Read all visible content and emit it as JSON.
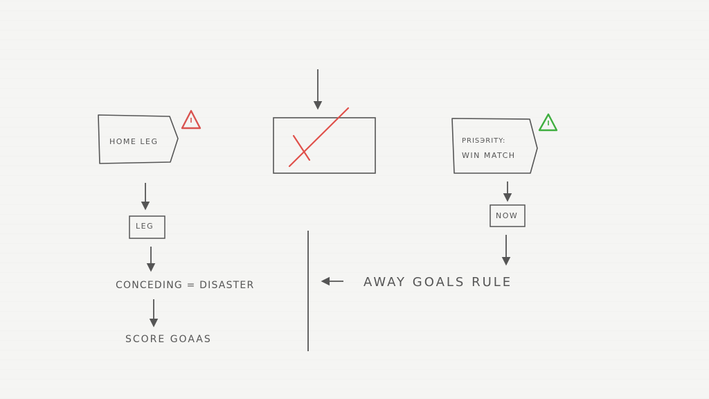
{
  "nodes": {
    "home_leg": "HOME LEG",
    "priority_line1": "PRISЭRITY:",
    "priority_line2": "WIN MATCH",
    "leg": "LEG",
    "now": "NOW",
    "conceding": "CONCEDING = DISASTER",
    "score_goals": "SCORE GOAAS",
    "away_goals_rule": "AWAY GOALS RULE"
  },
  "colors": {
    "ink": "#555555",
    "warning_red": "#d9534f",
    "warning_green": "#3fae3f",
    "cross_red": "#e0504a"
  },
  "icons": {
    "left_warning": "warning-triangle-icon",
    "right_warning": "warning-triangle-icon",
    "cross": "red-cross-mark"
  }
}
